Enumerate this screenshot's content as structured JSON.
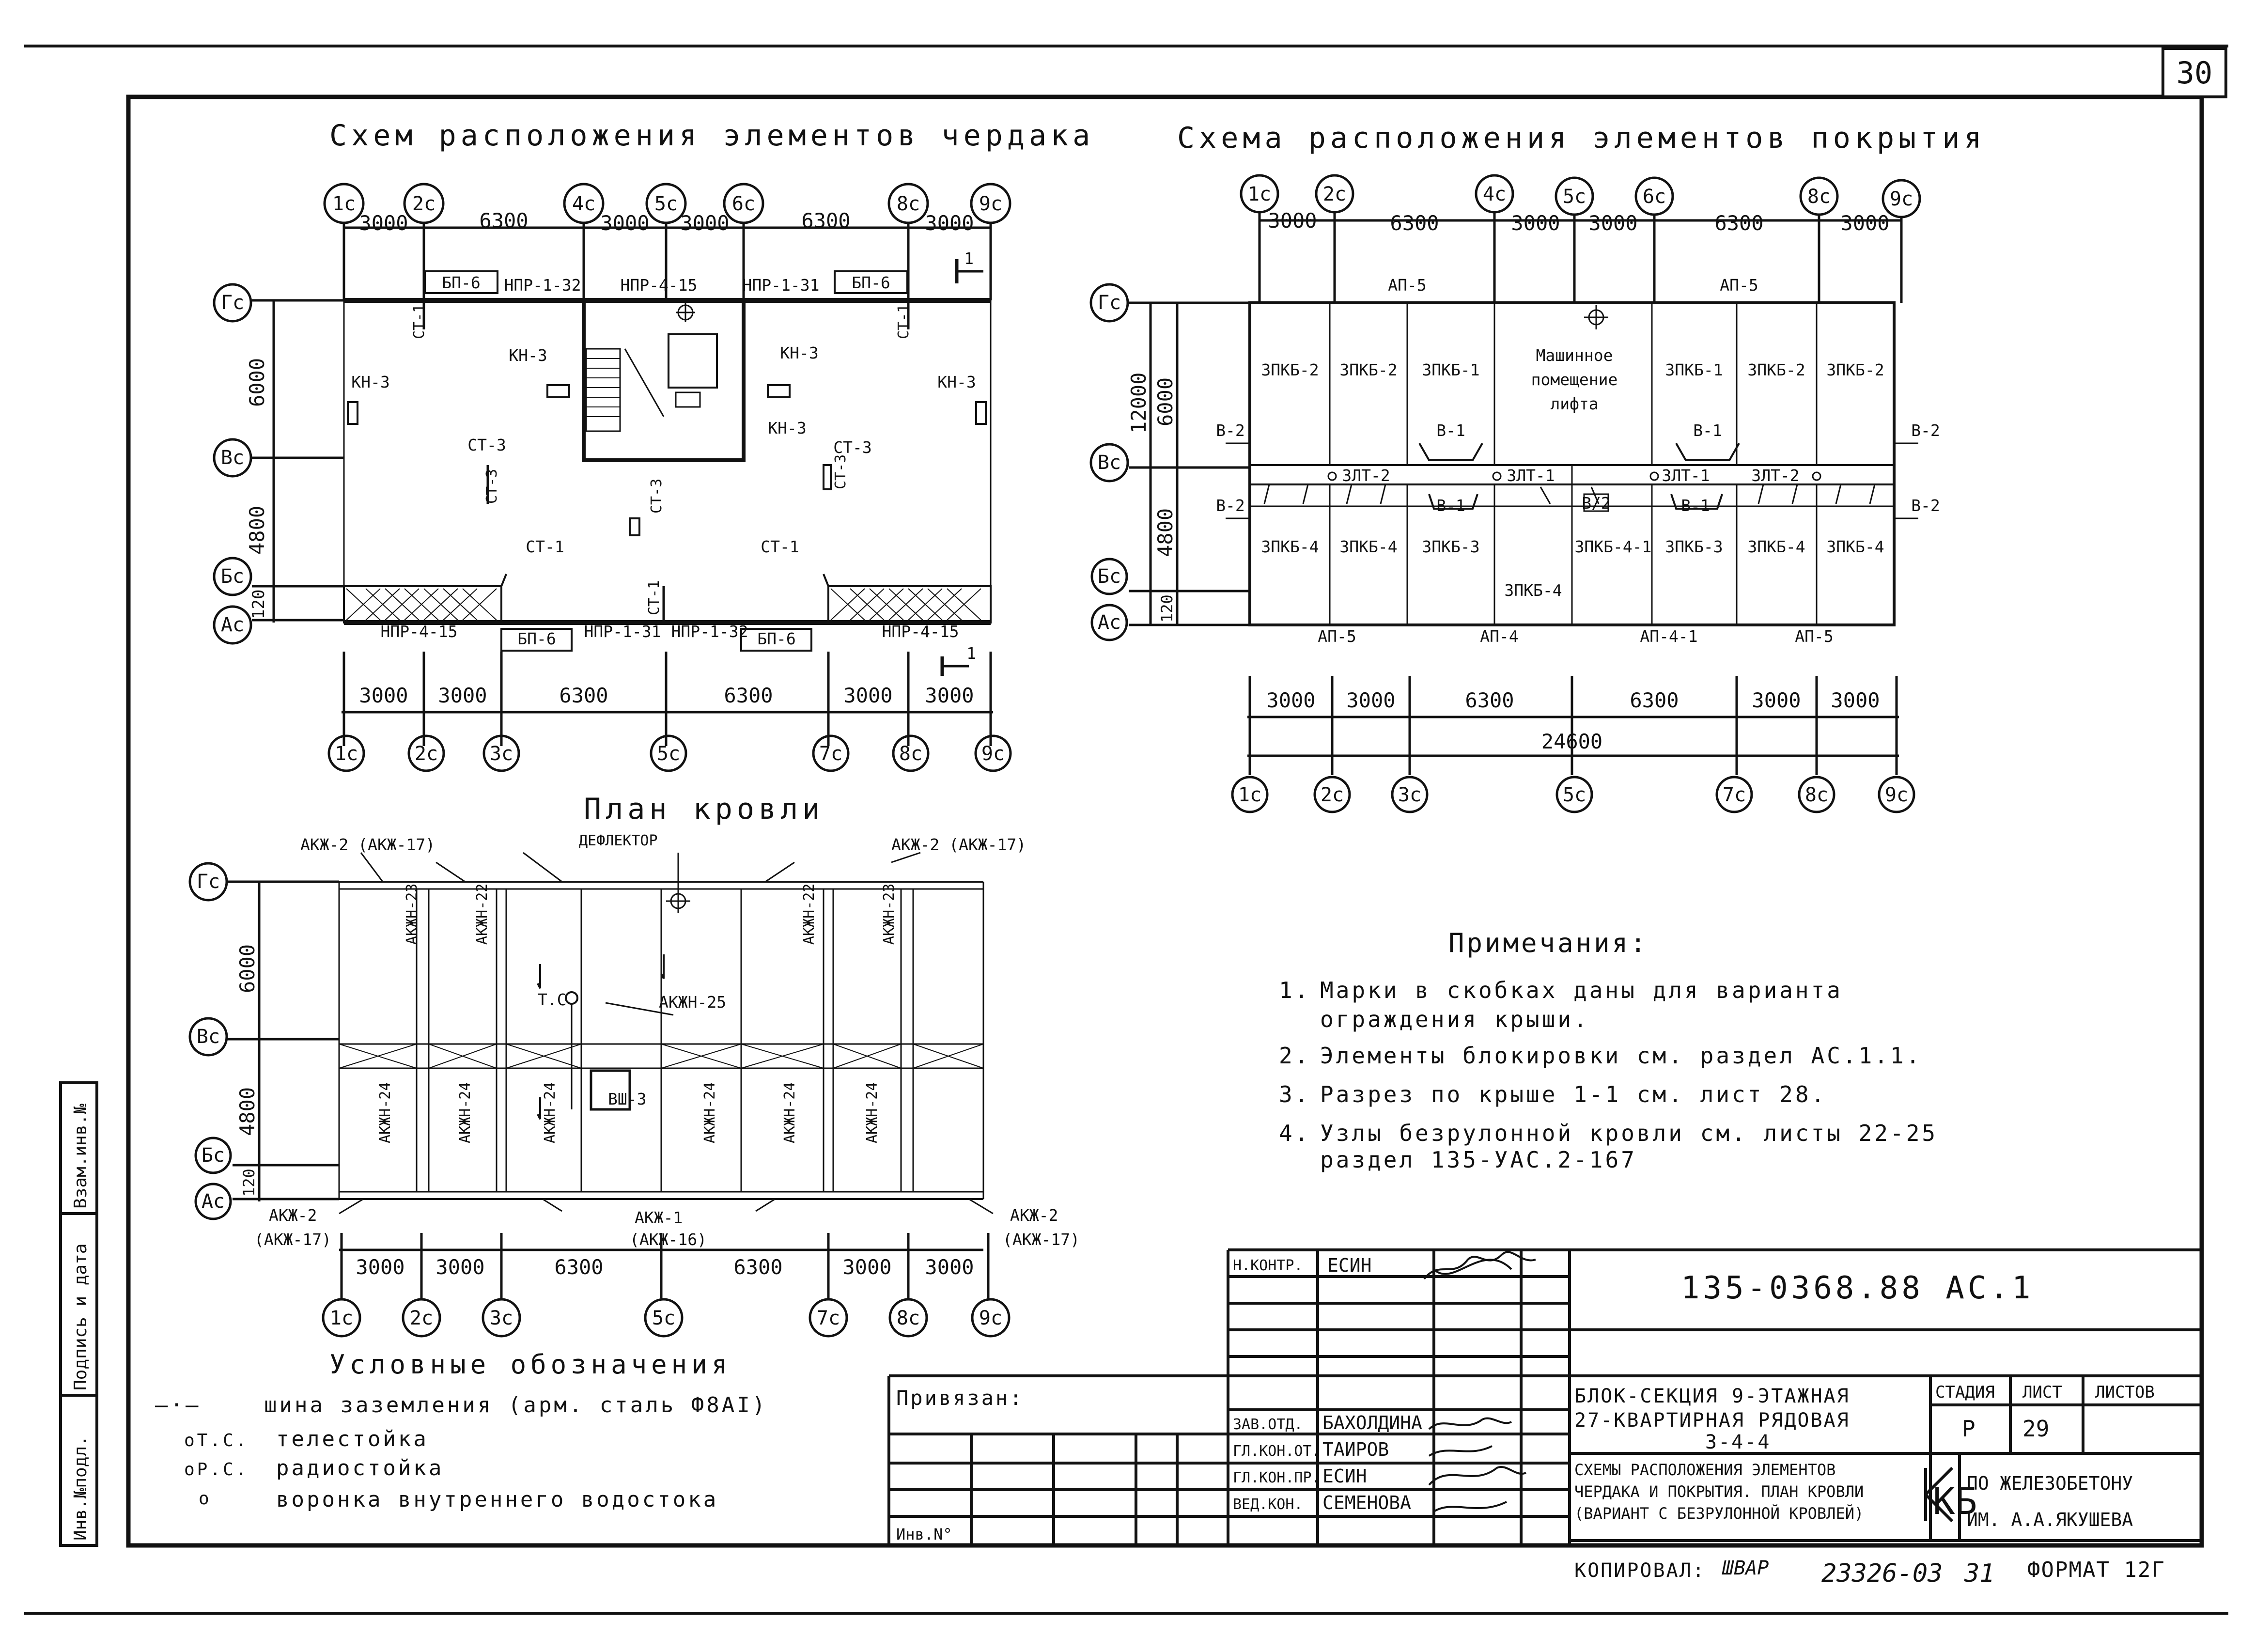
{
  "page_number": "30",
  "attic": {
    "title": "Схем расположения элементов чердака",
    "axes_top": [
      "1с",
      "2с",
      "4с",
      "5с",
      "6с",
      "8с",
      "9с"
    ],
    "dims_top": [
      "3000",
      "6300",
      "3000",
      "3000",
      "6300",
      "3000"
    ],
    "axes_bottom": [
      "1с",
      "2с",
      "3с",
      "5с",
      "7с",
      "8с",
      "9с"
    ],
    "dims_bottom": [
      "3000",
      "3000",
      "6300",
      "6300",
      "3000",
      "3000"
    ],
    "axes_left": [
      "Гс",
      "Вс",
      "Бс",
      "Ас"
    ],
    "dims_left": [
      "6000",
      "4800",
      "120"
    ],
    "labels": {
      "bp6": "БП-6",
      "npr132": "НПР-1-32",
      "npr415": "НПР-4-15",
      "npr131": "НПР-1-31",
      "kn3": "КН-3",
      "st1": "СТ-1",
      "st3": "СТ-3",
      "section": "1"
    }
  },
  "roof_cover": {
    "title": "Схема расположения элементов покрытия",
    "axes_top": [
      "1с",
      "2с",
      "4с",
      "5с",
      "6с",
      "8с",
      "9с"
    ],
    "dims_top": [
      "3000",
      "6300",
      "3000",
      "3000",
      "6300",
      "3000"
    ],
    "axes_bottom": [
      "1с",
      "2с",
      "3с",
      "5с",
      "7с",
      "8с",
      "9с"
    ],
    "dims_bottom": [
      "3000",
      "3000",
      "6300",
      "6300",
      "3000",
      "3000"
    ],
    "dim_total": "24600",
    "axes_left": [
      "Гс",
      "Вс",
      "Бс",
      "Ас"
    ],
    "dims_left": [
      "6000",
      "4800",
      "120"
    ],
    "dim_left_total": "12000",
    "labels": {
      "ap5": "АП-5",
      "ap4": "АП-4",
      "ap41": "АП-4-1",
      "zpkb2": "ЗПКБ-2",
      "zpkb1": "ЗПКБ-1",
      "zpkb3": "ЗПКБ-3",
      "zpkb4": "ЗПКБ-4",
      "zpkb41": "ЗПКБ-4-1",
      "machine": [
        "Машинное",
        "помещение",
        "лифта"
      ],
      "v1": "В-1",
      "v2": "В-2",
      "zlt1": "ЗЛТ-1",
      "zlt2": "ЗЛТ-2",
      "b2": "В/2"
    }
  },
  "roof_plan": {
    "title": "План кровли",
    "axes_bottom": [
      "1с",
      "2с",
      "3с",
      "5с",
      "7с",
      "8с",
      "9с"
    ],
    "dims_bottom": [
      "3000",
      "3000",
      "6300",
      "6300",
      "3000",
      "3000"
    ],
    "axes_left": [
      "Гс",
      "Вс",
      "Бс",
      "Ас"
    ],
    "dims_left": [
      "6000",
      "4800",
      "120"
    ],
    "labels": {
      "akzh2": "АКЖ-2 (АКЖ-17)",
      "akzh2b": "АКЖ-2 (АКЖ-17)",
      "deflector": "ДЕФЛЕКТОР",
      "akzh23": "АКЖН-23",
      "akzh22": "АКЖН-22",
      "akzh24": "АКЖН-24",
      "akzh25": "АКЖН-25",
      "ts": "Т.С.",
      "vsh3": "ВШ-3",
      "akzh2l1": "АКЖ-2",
      "akzh2l2": "(АКЖ-17)",
      "akzh1a": "АКЖ-1",
      "akzh1b": "(АКЖ-16)"
    }
  },
  "legend": {
    "title": "Условные обозначения",
    "items": [
      {
        "symbol": "—·—",
        "text": "шина заземления (арм. сталь Ф8АI)"
      },
      {
        "symbol": "оТ.С.",
        "text": "телестойка"
      },
      {
        "symbol": "оР.С.",
        "text": "радиостойка"
      },
      {
        "symbol": "о",
        "text": "воронка внутреннего водостока"
      }
    ]
  },
  "notes": {
    "title": "Примечания:",
    "items": [
      {
        "num": "1.",
        "lines": [
          "Марки в скобках даны для варианта",
          "ограждения крыши."
        ]
      },
      {
        "num": "2.",
        "lines": [
          "Элементы блокировки см. раздел АС.1.1."
        ]
      },
      {
        "num": "3.",
        "lines": [
          "Разрез по крыше 1-1 см. лист 28."
        ]
      },
      {
        "num": "4.",
        "lines": [
          "Узлы безрулонной кровли см. листы 22-25",
          "раздел 135-УАС.2-167"
        ]
      }
    ]
  },
  "side_stamp": [
    "Инв.№подл.",
    "Подпись и дата",
    "Взам.инв.№"
  ],
  "title_block": {
    "code": "135-0368.88   АС.1",
    "privyazan": "Привязан:",
    "inv_no": "Инв.N°",
    "roles": [
      {
        "role": "Н.КОНТР.",
        "name": "ЕСИН"
      },
      {
        "role": "ЗАВ.ОТД.",
        "name": "БАХОЛДИНА"
      },
      {
        "role": "ГЛ.КОН.ОТ.",
        "name": "ТАИРОВ"
      },
      {
        "role": "ГЛ.КОН.ПР.",
        "name": "ЕСИН"
      },
      {
        "role": "ВЕД.КОН.",
        "name": "СЕМЕНОВА"
      }
    ],
    "project": [
      "БЛОК-СЕКЦИЯ 9-ЭТАЖНАЯ",
      "27-КВАРТИРНАЯ РЯДОВАЯ",
      "3-4-4"
    ],
    "sheet_title": [
      "СХЕМЫ РАСПОЛОЖЕНИЯ ЭЛЕМЕНТОВ",
      "ЧЕРДАКА И ПОКРЫТИЯ. ПЛАН КРОВЛИ",
      "(ВАРИАНТ С БЕЗРУЛОННОЙ КРОВЛЕЙ)"
    ],
    "stage_label": "СТАДИЯ",
    "sheet_label": "ЛИСТ",
    "sheets_label": "ЛИСТОВ",
    "stage": "Р",
    "sheet": "29",
    "org_logo": "КБ",
    "org": [
      "ПО ЖЕЛЕЗОБЕТОНУ",
      "ИМ. А.А.ЯКУШЕВА"
    ],
    "copied": "КОПИРОВАЛ:",
    "copied_sig": "ШВАР",
    "order_no": "23326-03",
    "order_sheet": "31",
    "format": "ФОРМАТ 12Г"
  }
}
